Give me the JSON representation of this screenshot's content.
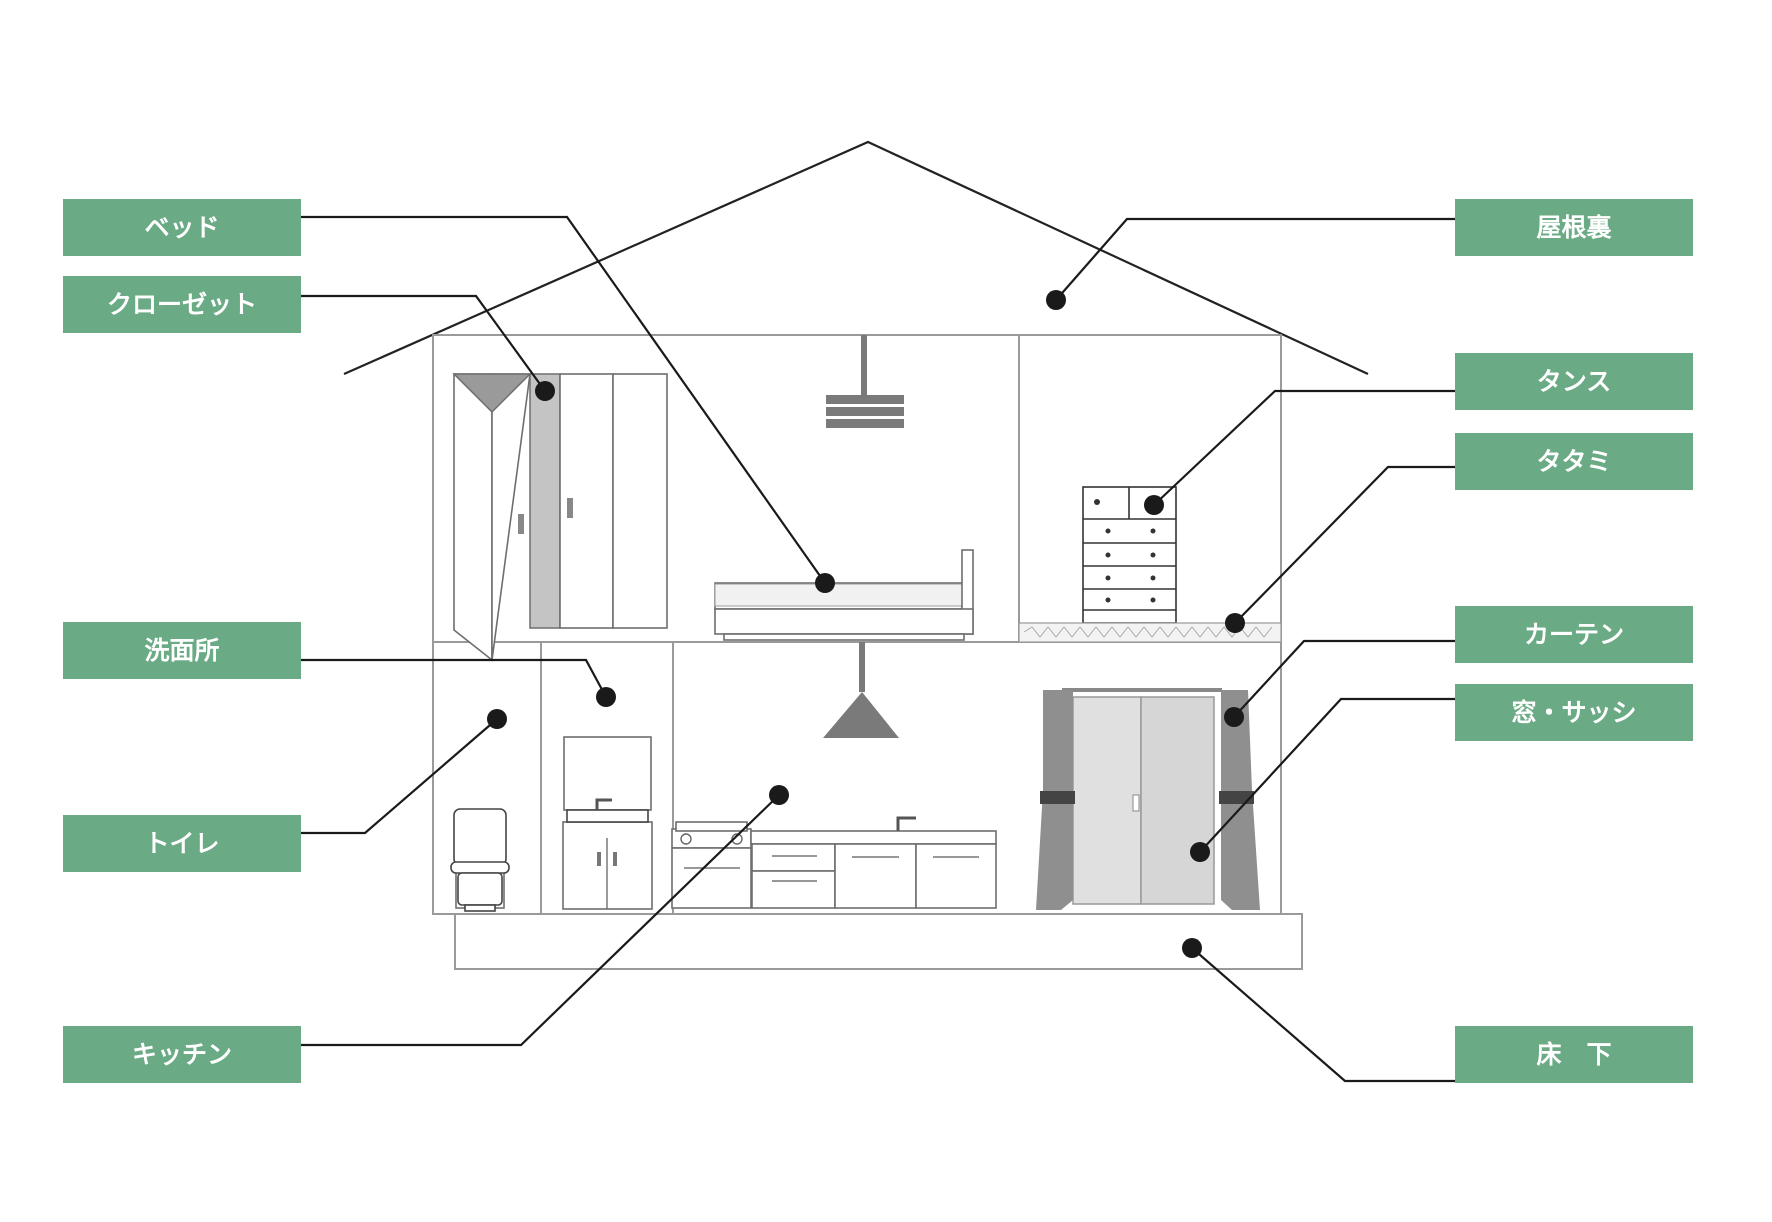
{
  "colors": {
    "label_bg": "#6aaa84",
    "label_text": "#ffffff",
    "leader": "#1a1a1a",
    "wall": "#9a9a9a"
  },
  "labels": {
    "bed": "ベッド",
    "closet": "クローゼット",
    "washroom": "洗面所",
    "toilet": "トイレ",
    "kitchen": "キッチン",
    "attic": "屋根裏",
    "chest": "タンス",
    "tatami": "タタミ",
    "curtain": "カーテン",
    "window_sash": "窓・サッシ",
    "underfloor": "床　下"
  }
}
